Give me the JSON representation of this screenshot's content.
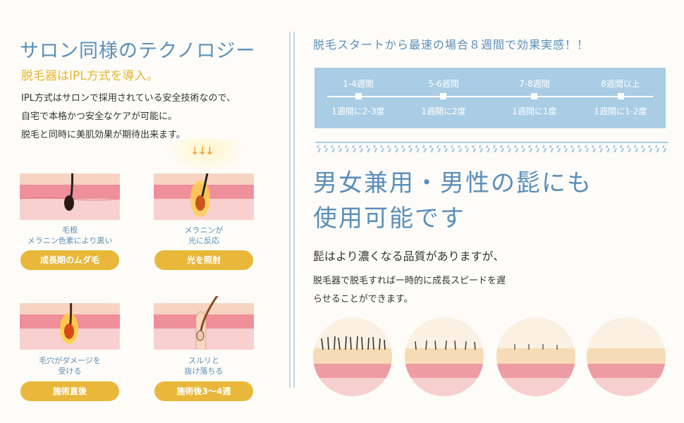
{
  "left": {
    "title": "サロン同様のテクノロジー",
    "subtitle": "脱毛器はIPL方式を導入。",
    "body": [
      "IPL方式はサロンで採用されている安全技術なので、",
      "自宅で本格かつ安全なケアが可能に。",
      "脱毛と同時に美肌効果が期待出来ます。"
    ],
    "panels": [
      {
        "caption": [
          "毛根",
          "メラニン色素により黒い"
        ],
        "pill": "成長期のムダ毛"
      },
      {
        "caption": [
          "メラニンが",
          "光に反応"
        ],
        "pill": "光を照射"
      },
      {
        "caption": [
          "毛穴がダメージを",
          "受ける"
        ],
        "pill": "施術直後"
      },
      {
        "caption": [
          "スルリと",
          "抜け落ちる"
        ],
        "pill": "施術後3〜4週"
      }
    ]
  },
  "right": {
    "heading": "脱毛スタートから最速の場合８週間で効果実感！！",
    "timeline": [
      {
        "period": "1-4週間",
        "freq": "1週間に2-3度"
      },
      {
        "period": "5-6週間",
        "freq": "1週間に2度"
      },
      {
        "period": "7-8週間",
        "freq": "1週間に1度"
      },
      {
        "period": "8週間以上",
        "freq": "1週間に1-2度"
      }
    ],
    "big_lines": [
      "男女兼用・男性の髭にも",
      "使用可能です"
    ],
    "lead": "髭はより濃くなる品質がありますが、",
    "body": [
      "脱毛器で脱毛すれば一時的に成長スピードを遅",
      "らせることができます。"
    ]
  },
  "colors": {
    "blue": "#5b8fb9",
    "yellow": "#e9b83a",
    "light_blue": "#a9cde4",
    "skin_pink": "#f2a9b3",
    "skin_top": "#f7d4c2"
  }
}
